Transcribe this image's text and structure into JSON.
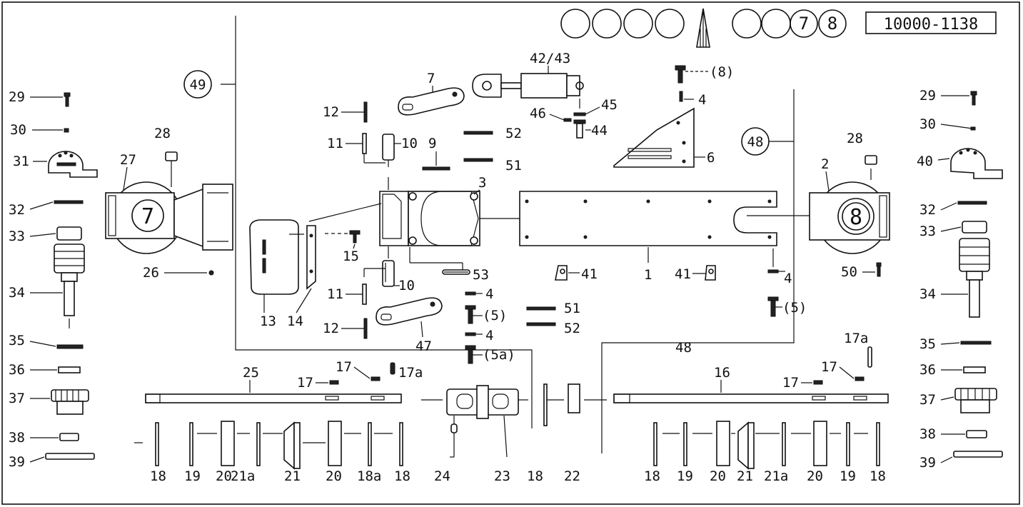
{
  "header": {
    "doc_number": "10000-1138",
    "circles": [
      "",
      "",
      "",
      "",
      "",
      "",
      "7",
      "8"
    ]
  },
  "callouts": {
    "c49": "49",
    "c48": "48"
  },
  "labels": {
    "l1": "1",
    "l2": "2",
    "l3": "3",
    "l4a": "4",
    "l4b": "4",
    "l4c": "4",
    "l4d": "4",
    "l5a": "(5)",
    "l5b": "(5a)",
    "l5c": "(5)",
    "l6": "6",
    "l7": "7",
    "l8": "(8)",
    "l9": "9",
    "l10a": "10",
    "l10b": "10",
    "l11a": "11",
    "l11b": "11",
    "l12a": "12",
    "l12b": "12",
    "l13": "13",
    "l14": "14",
    "l15": "15",
    "l16": "16",
    "l17a": "17",
    "l17b": "17",
    "l17c": "17a",
    "l17d": "17",
    "l17e": "17",
    "l17f": "17a",
    "l18a": "18",
    "l18b": "18a",
    "l18c": "18",
    "l18d": "18",
    "l18e": "18",
    "l18f": "18",
    "l19a": "19",
    "l19b": "19",
    "l19c": "19",
    "l20a": "20",
    "l21a": "21a",
    "l21b": "21",
    "l20b": "20",
    "l20c": "20",
    "l21c": "21",
    "l21d": "21a",
    "l20d": "20",
    "l22": "22",
    "l23": "23",
    "l24": "24",
    "l25": "25",
    "l26": "26",
    "l27": "27",
    "l28a": "28",
    "l28b": "28",
    "l29a": "29",
    "l29b": "29",
    "l30a": "30",
    "l30b": "30",
    "l31": "31",
    "l40": "40",
    "l32a": "32",
    "l32b": "32",
    "l33a": "33",
    "l33b": "33",
    "l34a": "34",
    "l34b": "34",
    "l35a": "35",
    "l35b": "35",
    "l36a": "36",
    "l36b": "36",
    "l37a": "37",
    "l37b": "37",
    "l38a": "38",
    "l38b": "38",
    "l39a": "39",
    "l39b": "39",
    "l41a": "41",
    "l41b": "41",
    "l42": "42/43",
    "l44": "44",
    "l45": "45",
    "l46": "46",
    "l47": "47",
    "l48": "48",
    "l50": "50",
    "l51a": "51",
    "l51b": "51",
    "l52a": "52",
    "l52b": "52",
    "l53": "53",
    "mark7": "7",
    "mark8": "8"
  }
}
